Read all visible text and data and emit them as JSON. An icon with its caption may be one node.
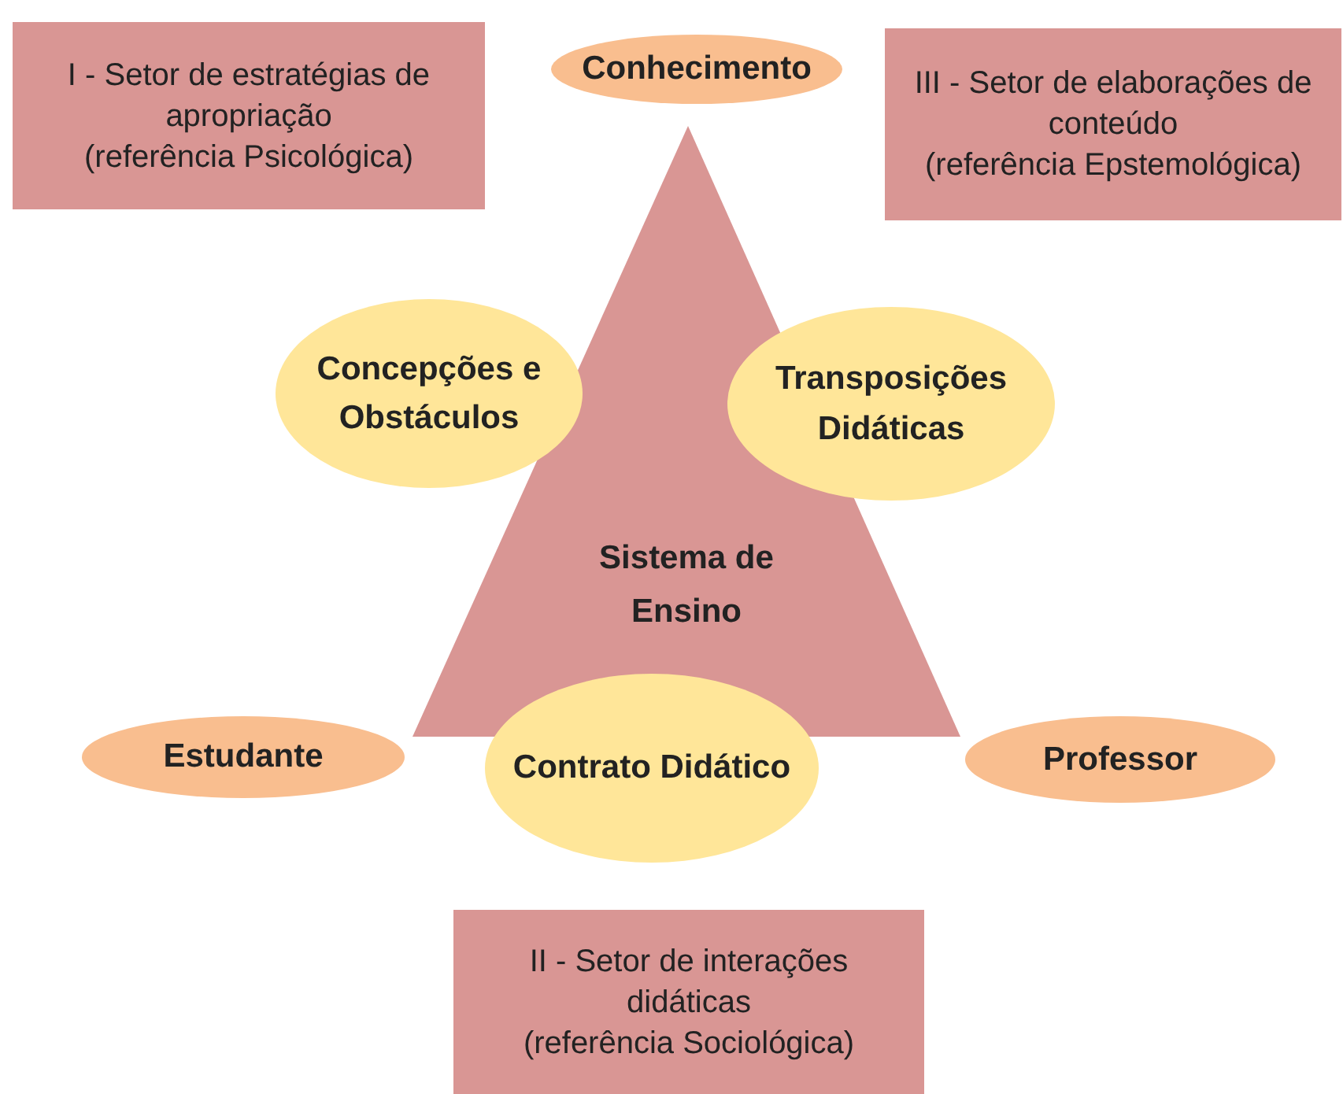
{
  "diagram": {
    "nodes": [
      {
        "text": [
          "I - Setor de estratégias de apropriação",
          "(referência Psicológica)"
        ]
      },
      {
        "text": [
          "Conhecimento"
        ]
      },
      {
        "text": [
          "III - Setor de elaborações de conteúdo",
          "(referência Epstemológica)"
        ]
      },
      {
        "text": [
          "Sistema de Ensino"
        ]
      },
      {
        "text": [
          "Concepções e Obstáculos"
        ]
      },
      {
        "text": [
          "Transposições Didáticas"
        ]
      },
      {
        "text": [
          "Estudante"
        ]
      },
      {
        "text": [
          "Contrato Didático"
        ]
      },
      {
        "text": [
          "Professor"
        ]
      },
      {
        "text": [
          "II - Setor de interações didáticas",
          "(referência Sociológica)"
        ]
      }
    ]
  }
}
